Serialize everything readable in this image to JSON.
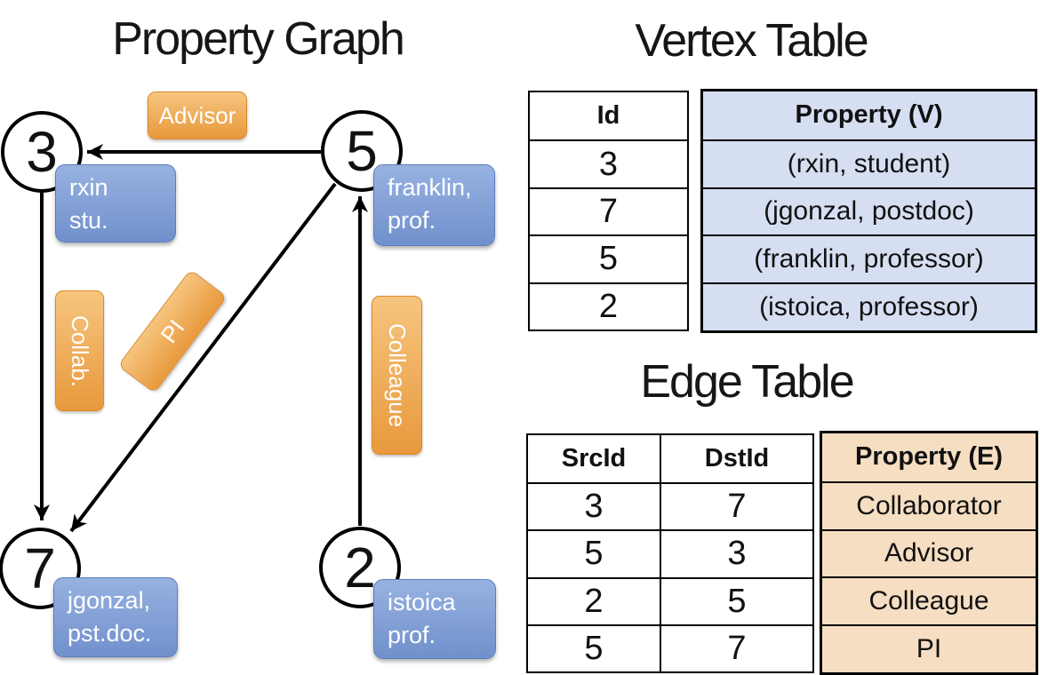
{
  "graph": {
    "title": "Property Graph",
    "nodes": [
      {
        "id": "3",
        "prop1": "rxin",
        "prop2": "stu."
      },
      {
        "id": "5",
        "prop1": "franklin,",
        "prop2": "prof."
      },
      {
        "id": "7",
        "prop1": "jgonzal,",
        "prop2": "pst.doc."
      },
      {
        "id": "2",
        "prop1": "istoica",
        "prop2": "prof."
      }
    ],
    "edges": [
      {
        "label": "Advisor",
        "from": "5",
        "to": "3"
      },
      {
        "label": "Collab.",
        "from": "3",
        "to": "7"
      },
      {
        "label": "PI",
        "from": "5",
        "to": "7"
      },
      {
        "label": "Colleague",
        "from": "2",
        "to": "5"
      }
    ]
  },
  "vertex_table": {
    "title": "Vertex Table",
    "headers": {
      "id": "Id",
      "property": "Property (V)"
    },
    "rows": [
      {
        "id": "3",
        "property": "(rxin, student)"
      },
      {
        "id": "7",
        "property": "(jgonzal, postdoc)"
      },
      {
        "id": "5",
        "property": "(franklin, professor)"
      },
      {
        "id": "2",
        "property": "(istoica, professor)"
      }
    ]
  },
  "edge_table": {
    "title": "Edge Table",
    "headers": {
      "src": "SrcId",
      "dst": "DstId",
      "property": "Property (E)"
    },
    "rows": [
      {
        "src": "3",
        "dst": "7",
        "property": "Collaborator"
      },
      {
        "src": "5",
        "dst": "3",
        "property": "Advisor"
      },
      {
        "src": "2",
        "dst": "5",
        "property": "Colleague"
      },
      {
        "src": "5",
        "dst": "7",
        "property": "PI"
      }
    ]
  },
  "colors": {
    "blue_cell": "#d6def2",
    "tan_cell": "#f5dec2",
    "orange_top": "#f6c57f",
    "orange_bottom": "#e8993c",
    "blue_box_top": "#97b2e1",
    "blue_box_bottom": "#7190cc",
    "line": "#000000"
  }
}
